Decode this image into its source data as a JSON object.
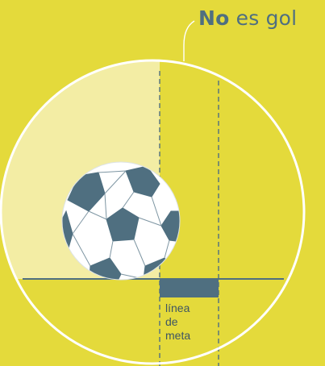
{
  "title": {
    "strong": "No",
    "rest": "es gol"
  },
  "goal_line_label": [
    "línea",
    "de",
    "meta"
  ],
  "colors": {
    "background": "#E4DA3B",
    "field_highlight": "#F3EDA4",
    "outline": "#FFFFFF",
    "ball_panels": "#4F6F80",
    "goal_line": "#4F6F80",
    "dashed_lines": "#4F6F80",
    "text": "#4F6F80"
  },
  "icons": {
    "ball": "soccer-ball-icon"
  }
}
